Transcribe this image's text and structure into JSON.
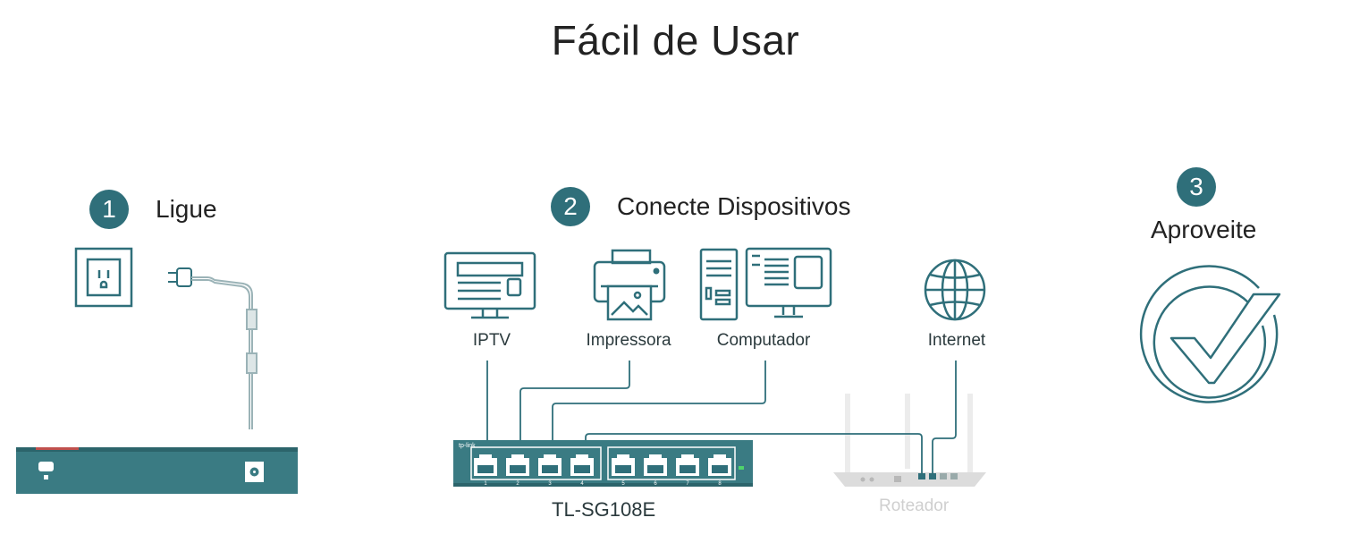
{
  "title": "Fácil de Usar",
  "steps": [
    {
      "number": "1",
      "label": "Ligue"
    },
    {
      "number": "2",
      "label": "Conecte Dispositivos"
    },
    {
      "number": "3",
      "label": "Aproveite"
    }
  ],
  "devices": {
    "iptv": "IPTV",
    "printer": "Impressora",
    "computer": "Computador",
    "internet": "Internet"
  },
  "switch": {
    "brand": "tp-link",
    "model": "TL-SG108E",
    "port_numbers": [
      "1",
      "2",
      "3",
      "4",
      "5",
      "6",
      "7",
      "8"
    ]
  },
  "router": {
    "label": "Roteador"
  },
  "colors": {
    "teal": "#2f6f7a",
    "line": "#2f6f7a",
    "router": "#d9d9d9"
  }
}
